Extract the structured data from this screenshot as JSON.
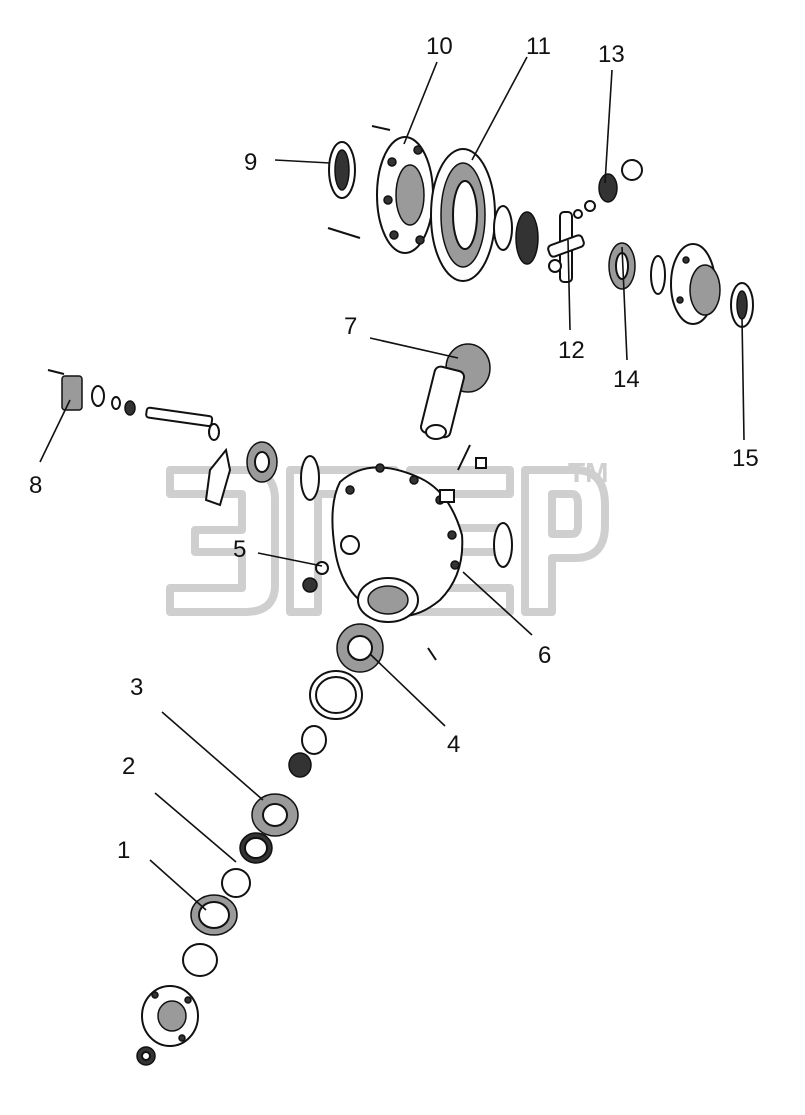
{
  "watermark": {
    "letters": "ЭПЕР",
    "trademark": "TM"
  },
  "callouts": [
    {
      "id": "1",
      "label": "1"
    },
    {
      "id": "2",
      "label": "2"
    },
    {
      "id": "3",
      "label": "3"
    },
    {
      "id": "4",
      "label": "4"
    },
    {
      "id": "5",
      "label": "5"
    },
    {
      "id": "6",
      "label": "6"
    },
    {
      "id": "7",
      "label": "7"
    },
    {
      "id": "8",
      "label": "8"
    },
    {
      "id": "9",
      "label": "9"
    },
    {
      "id": "10",
      "label": "10"
    },
    {
      "id": "11",
      "label": "11"
    },
    {
      "id": "12",
      "label": "12"
    },
    {
      "id": "13",
      "label": "13"
    },
    {
      "id": "14",
      "label": "14"
    },
    {
      "id": "15",
      "label": "15"
    }
  ]
}
